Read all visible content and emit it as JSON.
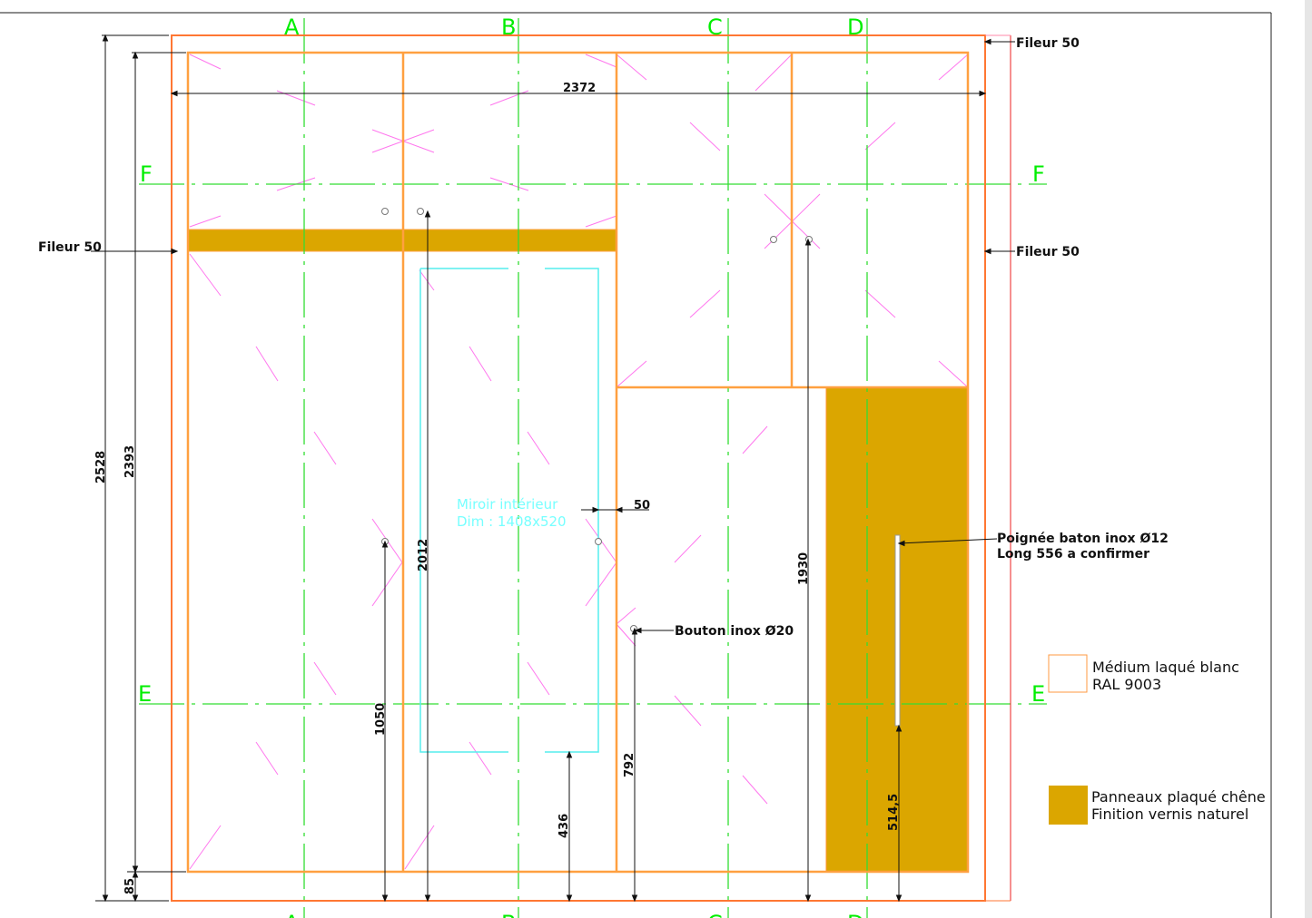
{
  "drawing": {
    "grid_labels": {
      "A": "A",
      "B": "B",
      "C": "C",
      "D": "D",
      "E": "E",
      "F": "F"
    },
    "dimensions": {
      "overall_height": "2528",
      "inner_height": "2393",
      "plinth": "85",
      "overall_width": "2372",
      "mirror_height": "2012",
      "left_knob_height": "1050",
      "mirror_bottom": "436",
      "knob_height": "792",
      "right_knob_height": "1930",
      "handle_height": "514,5",
      "mirror_offset": "50"
    },
    "annotations": {
      "fileur_top_right": "Fileur 50",
      "fileur_mid_right": "Fileur 50",
      "fileur_left": "Fileur 50",
      "mirror_line1": "Miroir intérieur",
      "mirror_line2": "Dim : 1408x520",
      "knob": "Bouton inox Ø20",
      "handle_line1": "Poignée baton inox Ø12",
      "handle_line2": "Long 556 a confirmer"
    },
    "legend": [
      {
        "line1": "Médium laqué blanc",
        "line2": "RAL 9003",
        "color": "#ffffff"
      },
      {
        "line1": "Panneaux plaqué chêne",
        "line2": "Finition vernis naturel",
        "color": "#dba600"
      }
    ],
    "colors": {
      "frame": "#ff7733",
      "panel": "#ffa040",
      "oak": "#dba600",
      "grid": "#33dd33",
      "hinge": "#ff77ee",
      "mirror": "#55eeee"
    }
  }
}
